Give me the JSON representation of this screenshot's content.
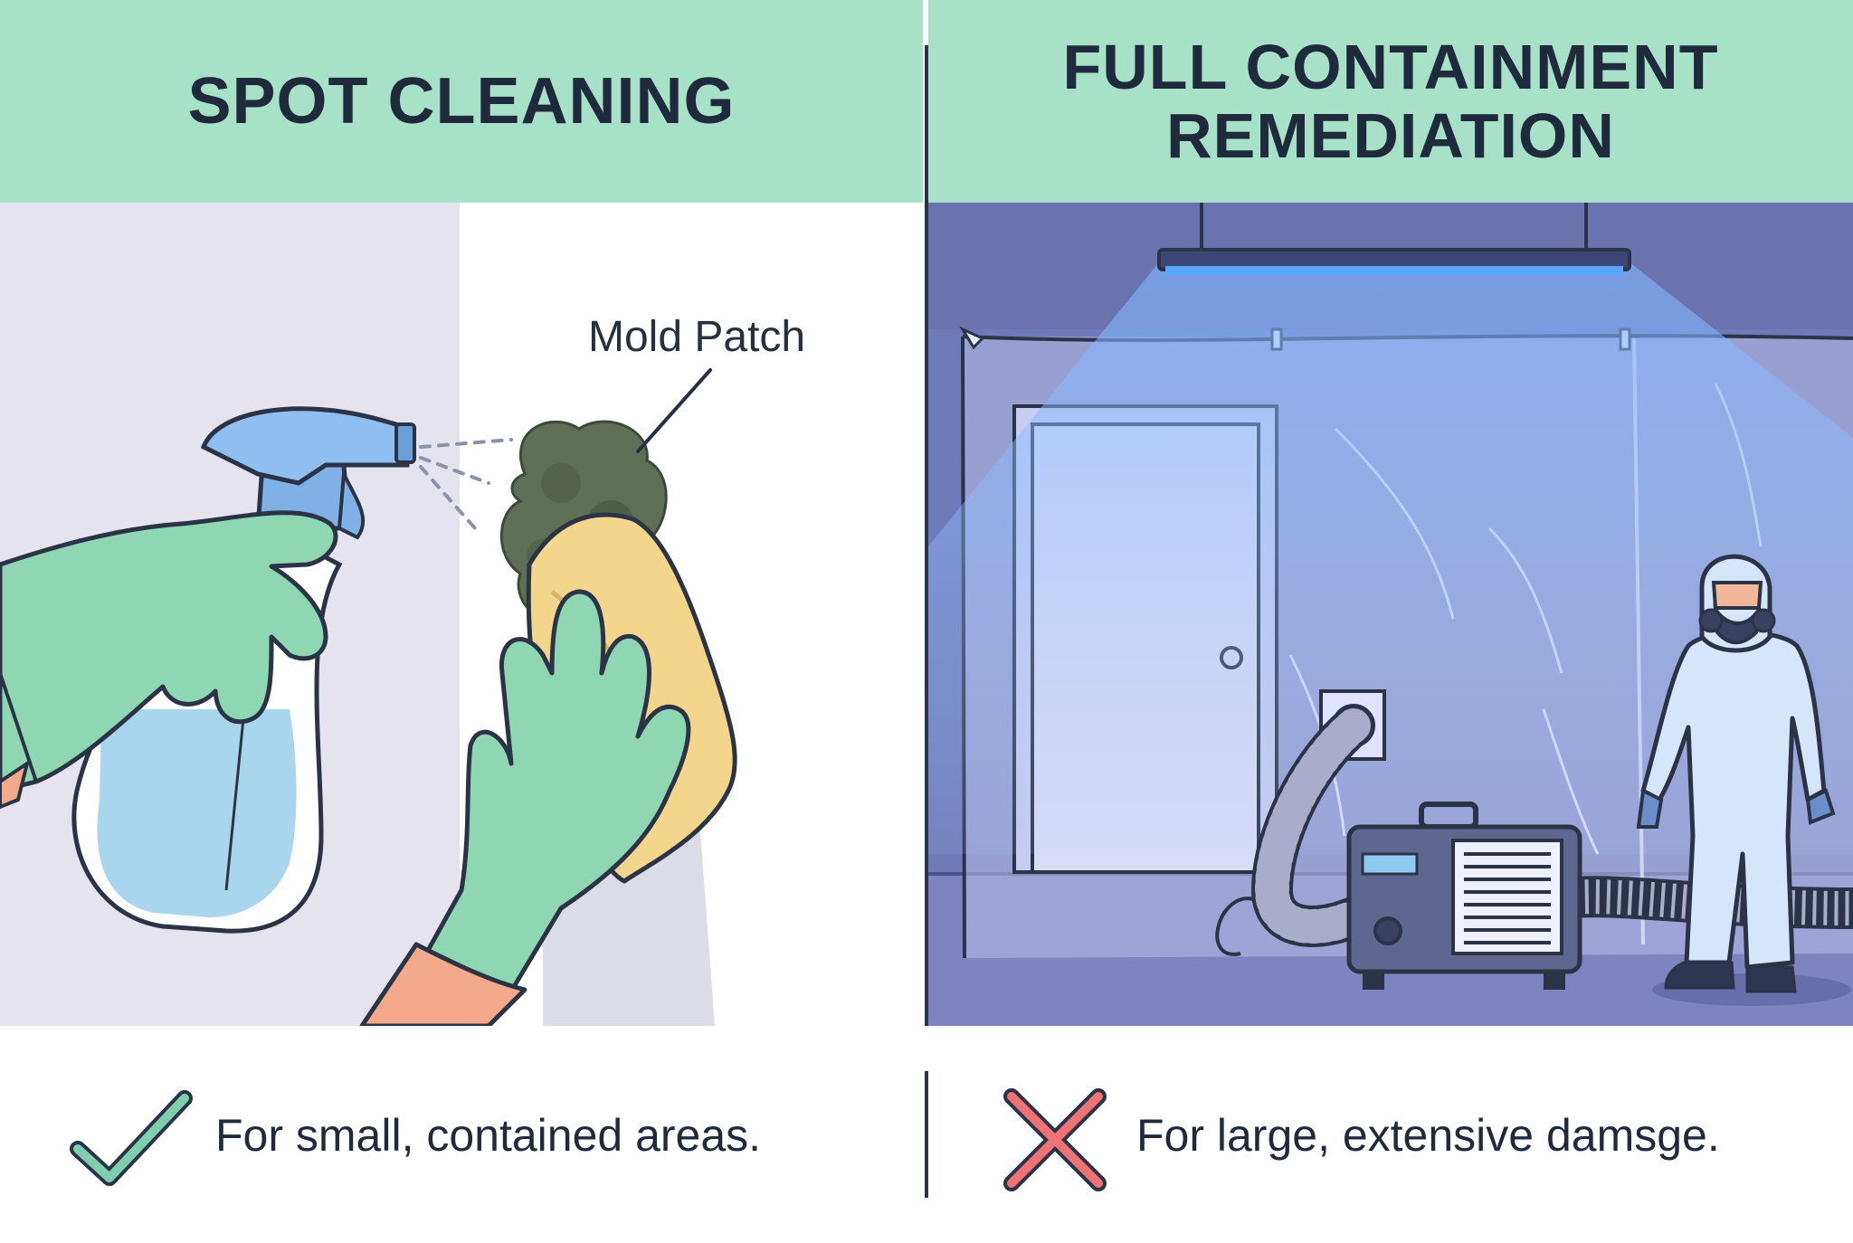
{
  "left": {
    "title": "SPOT CLEANING",
    "callout": "Mold Patch",
    "caption": "For small, contained areas.",
    "icon": "checkmark-icon",
    "icon_color": "#7fcfae"
  },
  "right": {
    "title": "FULL CONTAINMENT\nREMEDIATION",
    "caption": "For large, extensive damsge.",
    "icon": "x-mark-icon",
    "icon_color": "#ef7277"
  },
  "colors": {
    "header_bg": "#a6e1c8",
    "text": "#202a3d",
    "glove": "#8fd6b2",
    "containment_bg": "#6f7bb8",
    "uv_light": "#4d83f5"
  }
}
